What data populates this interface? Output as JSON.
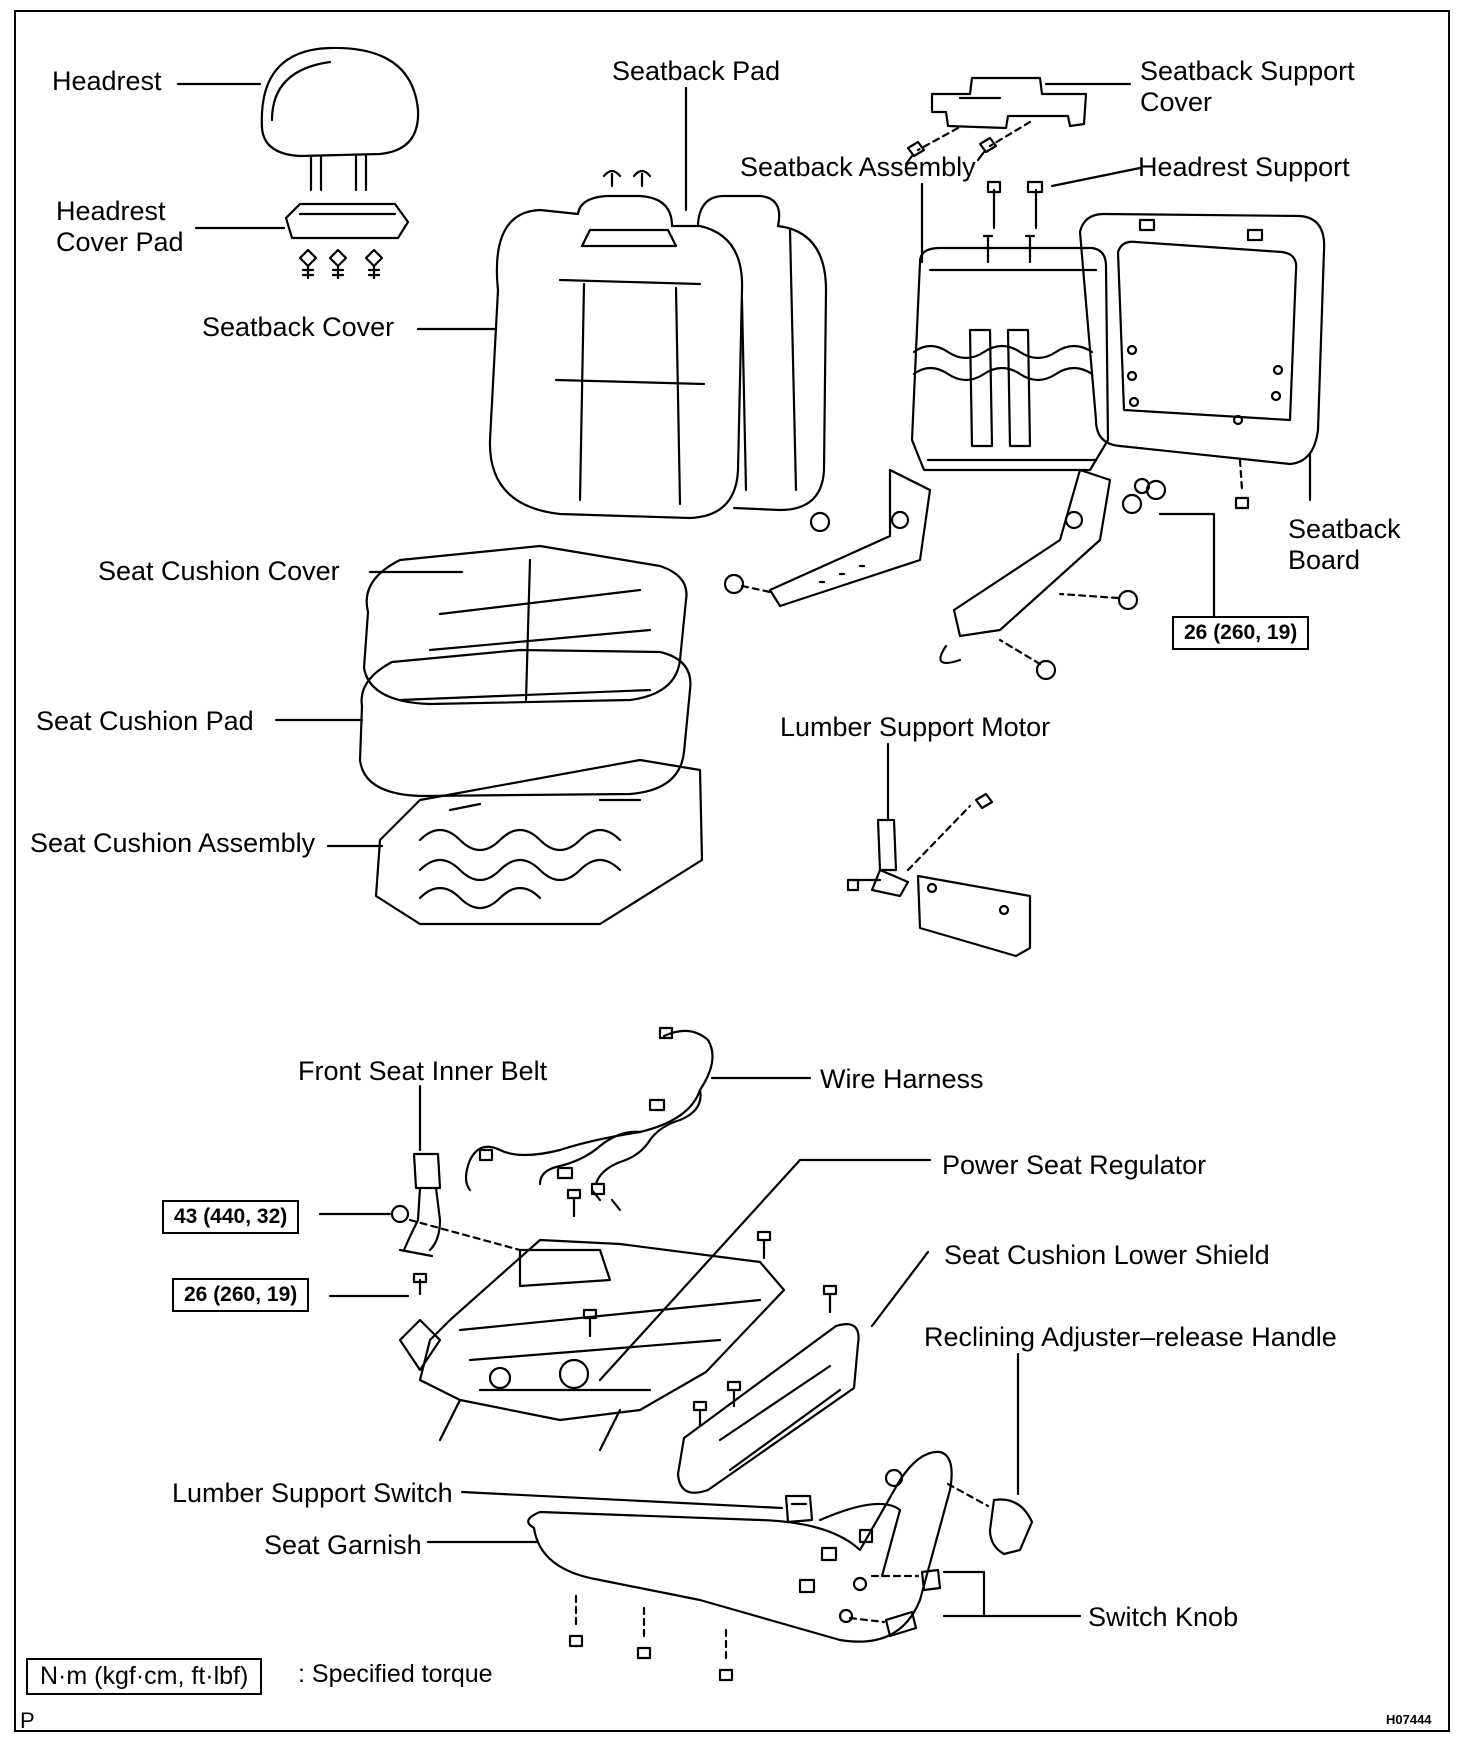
{
  "labels": {
    "headrest": "Headrest",
    "headrest_cover_pad": "Headrest\nCover Pad",
    "seatback_cover": "Seatback Cover",
    "seatback_pad": "Seatback Pad",
    "seatback_support_cover": "Seatback Support\nCover",
    "seatback_assembly": "Seatback Assembly",
    "headrest_support": "Headrest Support",
    "seatback_board": "Seatback\nBoard",
    "seat_cushion_cover": "Seat Cushion Cover",
    "seat_cushion_pad": "Seat Cushion Pad",
    "seat_cushion_assembly": "Seat Cushion Assembly",
    "lumber_support_motor": "Lumber Support Motor",
    "front_seat_inner_belt": "Front Seat Inner Belt",
    "wire_harness": "Wire Harness",
    "power_seat_regulator": "Power Seat Regulator",
    "seat_cushion_lower_shield": "Seat Cushion Lower Shield",
    "reclining_adjuster_release_handle": "Reclining Adjuster–release Handle",
    "lumber_support_switch": "Lumber Support Switch",
    "seat_garnish": "Seat Garnish",
    "switch_knob": "Switch Knob"
  },
  "torques": {
    "seatback_hinge": "26 (260, 19)",
    "inner_belt": "43 (440, 32)",
    "regulator": "26 (260, 19)"
  },
  "legend": {
    "unit_box": "N·m (kgf·cm, ft·lbf)",
    "description": ": Specified torque"
  },
  "corner": {
    "page_letter": "P",
    "figure_code": "H07444"
  }
}
